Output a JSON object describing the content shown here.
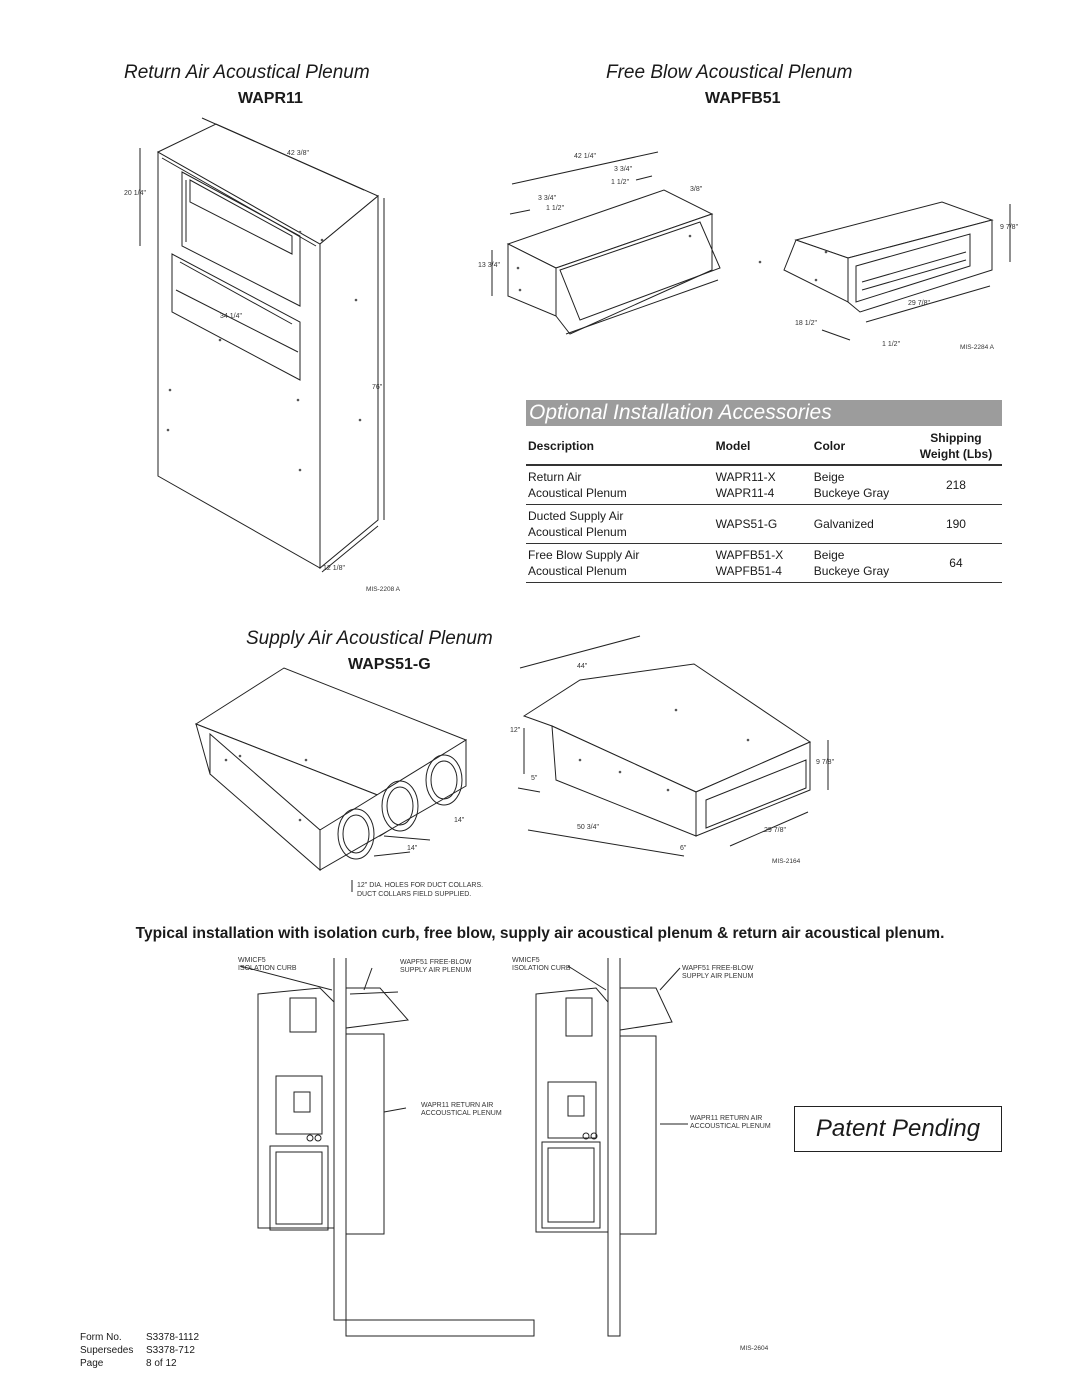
{
  "return_plenum": {
    "title": "Return Air Acoustical Plenum",
    "model": "WAPR11",
    "dims": {
      "top": "42 3/8\"",
      "side": "20 1/4\"",
      "opening": "34 1/4\"",
      "height": "76\"",
      "depth": "12 1/8\""
    },
    "drawing_id": "MIS-2208 A"
  },
  "free_blow_plenum": {
    "title": "Free Blow Acoustical Plenum",
    "model": "WAPFB51",
    "dims": {
      "length": "42 1/4\"",
      "a": "3 3/4\"",
      "b": "1 1/2\"",
      "c": "3/8\"",
      "d": "3 3/4\"",
      "e": "1 1/2\"",
      "height": "13 3/4\"",
      "right_h": "9 7/8\"",
      "right_w": "29 7/8\"",
      "right_d": "18 1/2\"",
      "right_lip": "1 1/2\""
    },
    "drawing_id": "MIS-2284 A"
  },
  "accessories": {
    "title": "Optional Installation Accessories",
    "headers": {
      "description": "Description",
      "model": "Model",
      "color": "Color",
      "shipping_line1": "Shipping",
      "shipping_line2": "Weight (Lbs)"
    },
    "rows": [
      {
        "desc1": "Return Air",
        "desc2": "Acoustical Plenum",
        "model1": "WAPR11-X",
        "model2": "WAPR11-4",
        "color1": "Beige",
        "color2": "Buckeye Gray",
        "weight": "218"
      },
      {
        "desc1": "Ducted Supply Air",
        "desc2": "Acoustical Plenum",
        "model1": "WAPS51-G",
        "model2": "",
        "color1": "Galvanized",
        "color2": "",
        "weight": "190"
      },
      {
        "desc1": "Free Blow Supply Air",
        "desc2": "Acoustical Plenum",
        "model1": "WAPFB51-X",
        "model2": "WAPFB51-4",
        "color1": "Beige",
        "color2": "Buckeye Gray",
        "weight": "64"
      }
    ]
  },
  "supply_plenum": {
    "title": "Supply Air Acoustical Plenum",
    "model": "WAPS51-G",
    "dims": {
      "length": "44\"",
      "height": "12\"",
      "offset": "5\"",
      "depth": "50 3/4\"",
      "lip": "6\"",
      "out_w": "29 7/8\"",
      "out_h": "9 7/8\"",
      "spacing1": "14\"",
      "spacing2": "14\""
    },
    "note_line1": "12\" DIA. HOLES FOR DUCT COLLARS.",
    "note_line2": "DUCT COLLARS FIELD SUPPLIED.",
    "drawing_id": "MIS-2164"
  },
  "typical_installation": {
    "caption": "Typical installation with isolation curb, free blow, supply air acoustical plenum & return air acoustical plenum.",
    "left": {
      "curb1": "WMICF5",
      "curb2": "ISOLATION CURB",
      "supply1": "WAPF51 FREE-BLOW",
      "supply2": "SUPPLY AIR PLENUM",
      "ret1": "WAPR11 RETURN AIR",
      "ret2": "ACCOUSTICAL PLENUM"
    },
    "right": {
      "curb1": "WMICF5",
      "curb2": "ISOLATION CURB",
      "supply1": "WAPF51 FREE-BLOW",
      "supply2": "SUPPLY AIR PLENUM",
      "ret1": "WAPR11 RETURN AIR",
      "ret2": "ACCOUSTICAL PLENUM"
    },
    "drawing_id": "MIS-2604"
  },
  "patent": "Patent Pending",
  "footer": {
    "form_label": "Form No.",
    "form_value": "S3378-1112",
    "supersedes_label": "Supersedes",
    "supersedes_value": "S3378-712",
    "page_label": "Page",
    "page_value": "8 of 12"
  }
}
